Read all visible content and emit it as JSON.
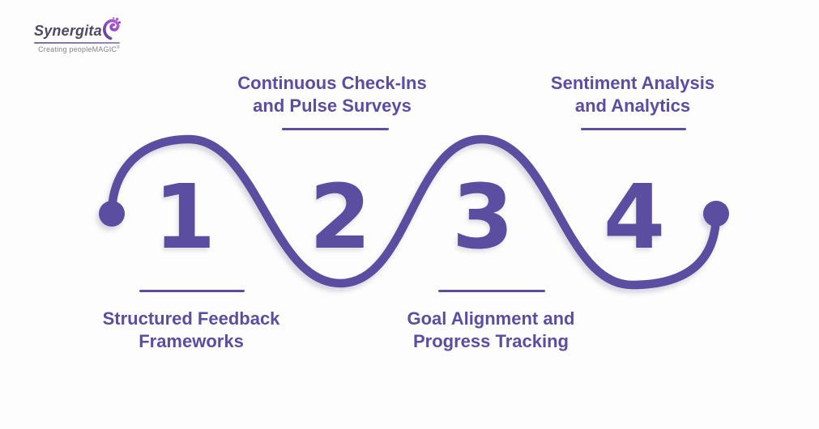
{
  "brand": {
    "name": "Synergita",
    "tagline": "Creating peopleMAGIC",
    "registered_mark": "®"
  },
  "colors": {
    "accent_purple": "#5b4ea1",
    "label_purple": "#5b4ea2",
    "logo_text": "#4f4966",
    "tagline_gray": "#848484",
    "background": "#fdfdfd"
  },
  "steps": [
    {
      "number": "1",
      "label_line1": "Structured Feedback",
      "label_line2": "Frameworks",
      "label_position": "below"
    },
    {
      "number": "2",
      "label_line1": "Continuous Check-Ins",
      "label_line2": "and Pulse Surveys",
      "label_position": "above"
    },
    {
      "number": "3",
      "label_line1": "Goal Alignment and",
      "label_line2": "Progress Tracking",
      "label_position": "below"
    },
    {
      "number": "4",
      "label_line1": "Sentiment Analysis",
      "label_line2": "and Analytics",
      "label_position": "above"
    }
  ]
}
